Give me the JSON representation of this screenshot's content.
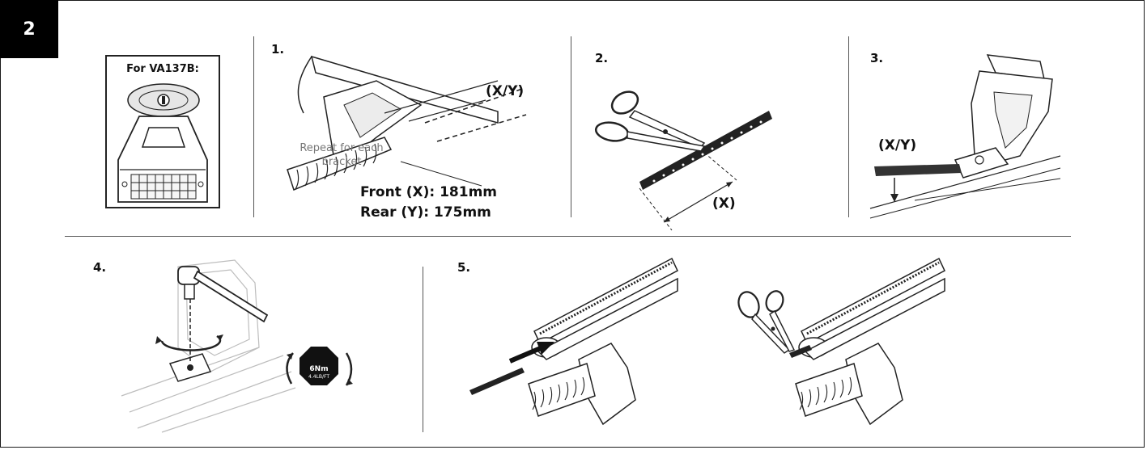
{
  "section_number": "2",
  "variant_label": "For VA137B:",
  "steps": [
    {
      "number": "1.",
      "label": "(X/Y)",
      "front": "Front (X): 181mm",
      "rear": "Rear (Y): 175mm"
    },
    {
      "number": "2.",
      "label": "(X)"
    },
    {
      "number": "3.",
      "label": "(X/Y)"
    },
    {
      "number": "4.",
      "note": "Repeat for each bracket",
      "torque_value": "6Nm",
      "torque_imperial": "4.4LB/FT"
    },
    {
      "number": "5."
    }
  ]
}
